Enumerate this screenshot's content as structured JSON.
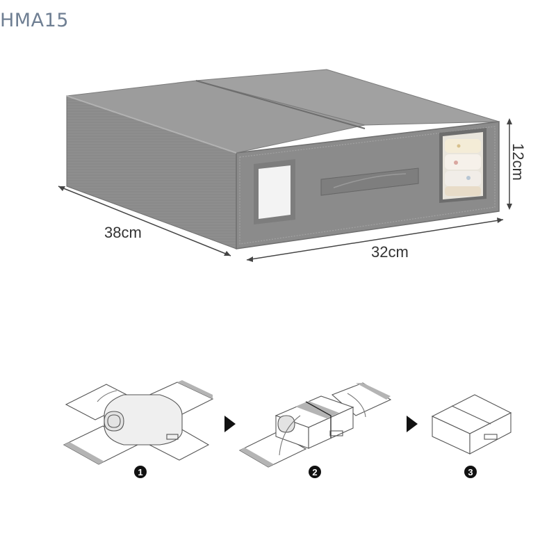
{
  "watermark": "HMA15",
  "product": {
    "dimensions": {
      "depth": "38cm",
      "width": "32cm",
      "height": "12cm"
    },
    "color": "#8c8c8c"
  },
  "steps": [
    {
      "number": "1"
    },
    {
      "number": "2"
    },
    {
      "number": "3"
    }
  ]
}
